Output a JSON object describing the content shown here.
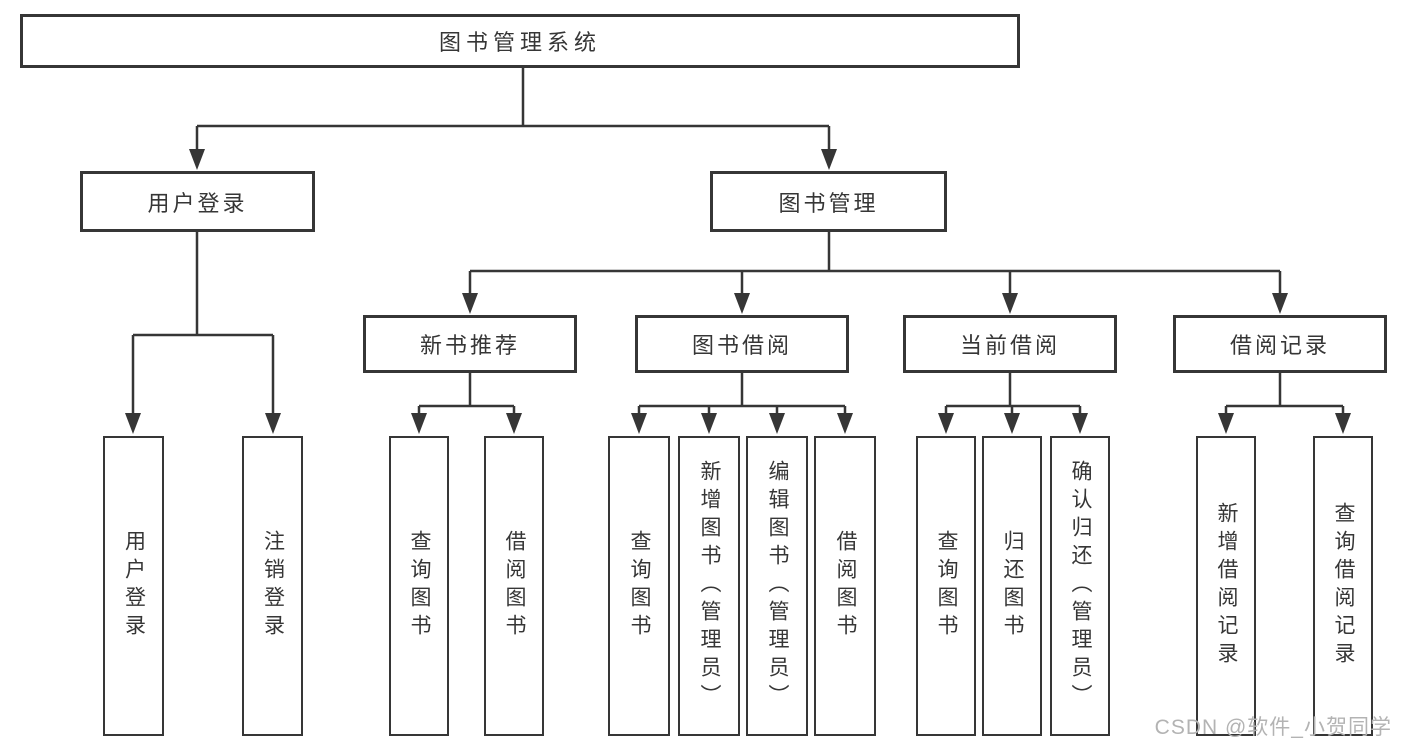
{
  "diagram_type": "tree",
  "colors": {
    "line": "#363636",
    "text": "#363636",
    "box_border": "#363636",
    "background": "#ffffff",
    "watermark": "#b3b3b3"
  },
  "tree": {
    "root": {
      "label": "图书管理系统"
    },
    "branches": [
      {
        "label": "用户登录",
        "children": [
          {
            "label": "用户登录"
          },
          {
            "label": "注销登录"
          }
        ]
      },
      {
        "label": "图书管理",
        "children": [
          {
            "label": "新书推荐",
            "children": [
              {
                "label": "查询图书"
              },
              {
                "label": "借阅图书"
              }
            ]
          },
          {
            "label": "图书借阅",
            "children": [
              {
                "label": "查询图书"
              },
              {
                "label": "新增图书（管理员）"
              },
              {
                "label": "编辑图书（管理员）"
              },
              {
                "label": "借阅图书"
              }
            ]
          },
          {
            "label": "当前借阅",
            "children": [
              {
                "label": "查询图书"
              },
              {
                "label": "归还图书"
              },
              {
                "label": "确认归还（管理员）"
              }
            ]
          },
          {
            "label": "借阅记录",
            "children": [
              {
                "label": "新增借阅记录"
              },
              {
                "label": "查询借阅记录"
              }
            ]
          }
        ]
      }
    ]
  },
  "watermark": "CSDN @软件_小贺同学"
}
